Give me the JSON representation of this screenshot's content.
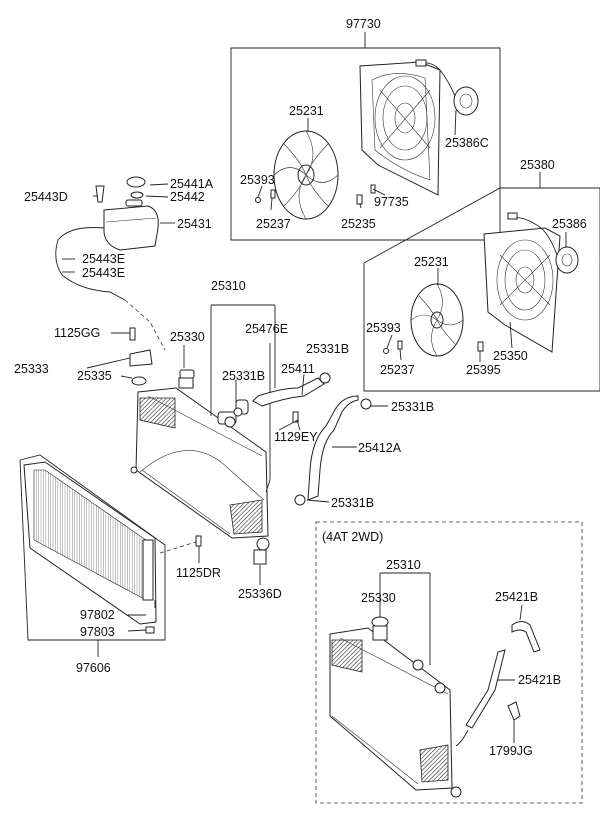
{
  "diagram": {
    "variant_box_caption": "(4AT 2WD)",
    "labels": {
      "l97730": "97730",
      "l25231a": "25231",
      "l25386c": "25386C",
      "l25393a": "25393",
      "l97735": "97735",
      "l25237a": "25237",
      "l25235": "25235",
      "l25380": "25380",
      "l25386": "25386",
      "l25231b": "25231",
      "l25393b": "25393",
      "l25350": "25350",
      "l25237b": "25237",
      "l25395": "25395",
      "l25441a": "25441A",
      "l25442": "25442",
      "l25443d": "25443D",
      "l25431": "25431",
      "l25443e1": "25443E",
      "l25443e2": "25443E",
      "l25310a": "25310",
      "l25330a": "25330",
      "l25476e": "25476E",
      "l1125gg": "1125GG",
      "l25331b1": "25331B",
      "l25333": "25333",
      "l25335": "25335",
      "l25411": "25411",
      "l25331b2": "25331B",
      "l25331b3": "25331B",
      "l1129ey": "1129EY",
      "l25412a": "25412A",
      "l25331b4": "25331B",
      "l1125dr": "1125DR",
      "l25336d": "25336D",
      "l97802": "97802",
      "l97803": "97803",
      "l97606": "97606",
      "l25310b": "25310",
      "l25330b": "25330",
      "l25421b1": "25421B",
      "l25421b2": "25421B",
      "l1799jg": "1799JG"
    }
  }
}
